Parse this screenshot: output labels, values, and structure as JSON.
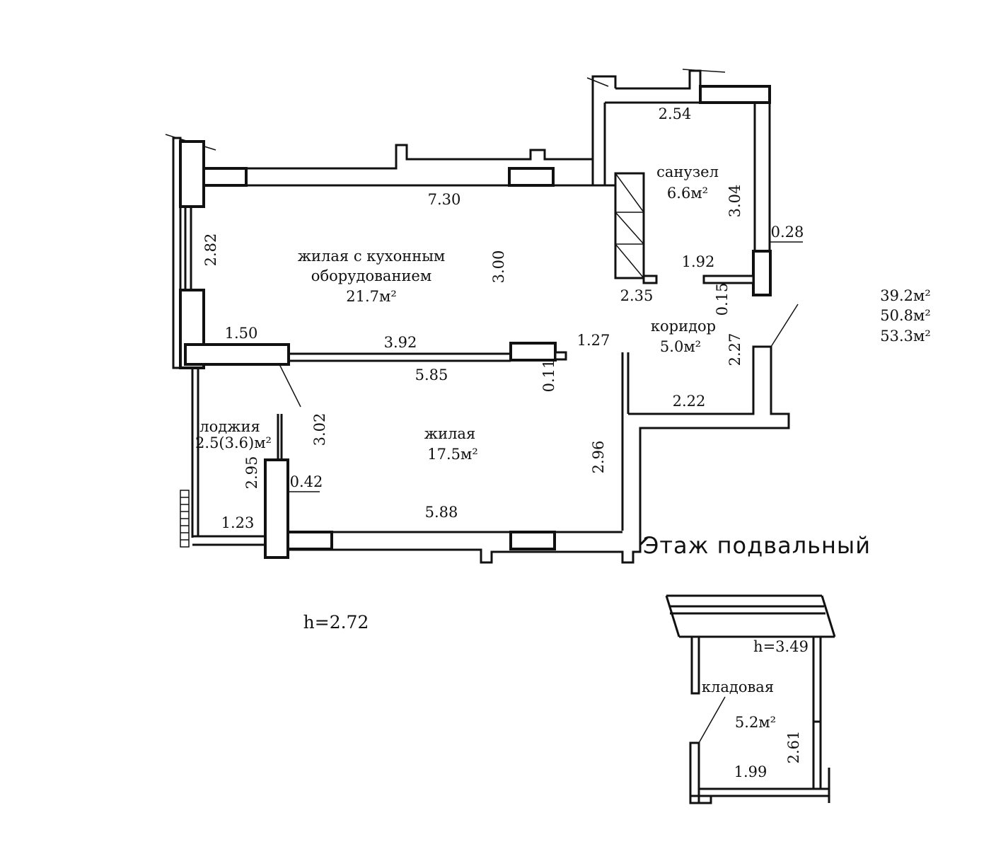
{
  "floor_title": "Этаж подвальный",
  "ceiling_main": "h=2.72",
  "ceiling_storage": "h=3.49",
  "totals": [
    "39.2м²",
    "50.8м²",
    "53.3м²"
  ],
  "rooms": {
    "living_kitchen": {
      "line1": "жилая с кухонным",
      "line2": "оборудованием",
      "area": "21.7м²"
    },
    "bathroom": {
      "name": "санузел",
      "area": "6.6м²"
    },
    "corridor": {
      "name": "коридор",
      "area": "5.0м²"
    },
    "living": {
      "name": "жилая",
      "area": "17.5м²"
    },
    "loggia": {
      "name": "лоджия",
      "area": "2.5(3.6)м²"
    },
    "storage": {
      "name": "кладовая",
      "area": "5.2м²"
    }
  },
  "dims": {
    "d_7_30": "7.30",
    "d_3_00": "3.00",
    "d_2_82": "2.82",
    "d_1_50": "1.50",
    "d_3_92": "3.92",
    "d_5_85": "5.85",
    "d_0_11": "0.11",
    "d_1_27": "1.27",
    "d_2_35": "2.35",
    "d_2_54": "2.54",
    "d_3_04": "3.04",
    "d_0_28": "0.28",
    "d_1_92": "1.92",
    "d_0_15": "0.15",
    "d_2_27": "2.27",
    "d_2_22": "2.22",
    "d_3_02": "3.02",
    "d_2_96": "2.96",
    "d_2_95": "2.95",
    "d_0_42": "0.42",
    "d_1_23": "1.23",
    "d_5_88": "5.88",
    "d_1_99": "1.99",
    "d_2_61": "2.61"
  }
}
